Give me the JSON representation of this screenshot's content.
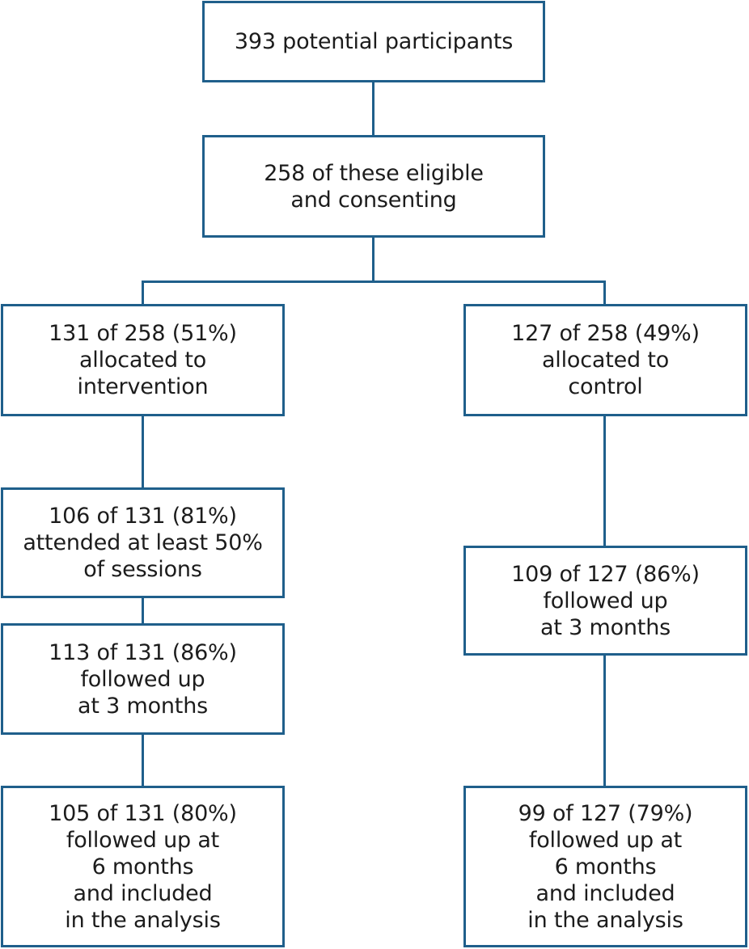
{
  "flowchart": {
    "top": {
      "lines": [
        "393 potential participants"
      ]
    },
    "eligible": {
      "lines": [
        "258 of these eligible",
        "and consenting"
      ]
    },
    "intervention": {
      "allocated": {
        "lines": [
          "131 of 258 (51%)",
          "allocated to",
          "intervention"
        ]
      },
      "attended": {
        "lines": [
          "106 of 131 (81%)",
          "attended at least 50%",
          "of sessions"
        ]
      },
      "followup3": {
        "lines": [
          "113 of 131 (86%)",
          "followed up",
          "at 3 months"
        ]
      },
      "followup6": {
        "lines": [
          "105 of 131 (80%)",
          "followed up at",
          "6 months",
          "and included",
          "in the analysis"
        ]
      }
    },
    "control": {
      "allocated": {
        "lines": [
          "127 of 258 (49%)",
          "allocated to",
          "control"
        ]
      },
      "followup3": {
        "lines": [
          "109 of 127 (86%)",
          "followed up",
          "at 3 months"
        ]
      },
      "followup6": {
        "lines": [
          "99 of 127 (79%)",
          "followed up at",
          "6 months",
          "and included",
          "in the analysis"
        ]
      }
    }
  },
  "colors": {
    "line": "#1f5f8b",
    "text": "#1c1c1c",
    "background": "#ffffff"
  }
}
